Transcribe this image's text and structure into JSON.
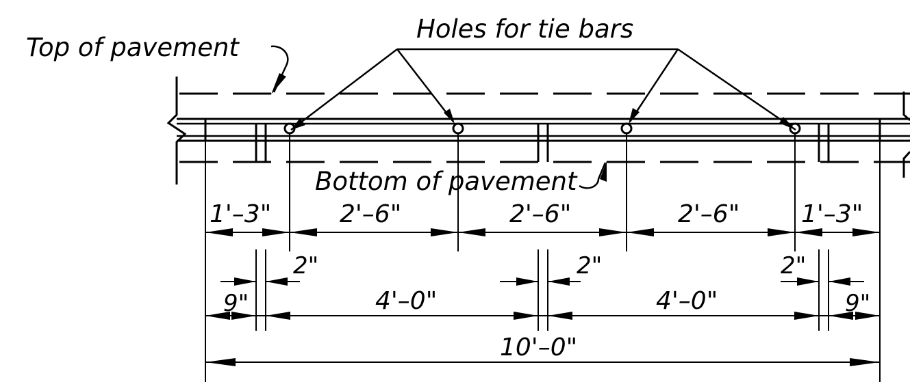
{
  "labels": {
    "top_of_pavement": "Top of pavement",
    "holes_for_tie_bars": "Holes for tie bars",
    "bottom_of_pavement": "Bottom of pavement"
  },
  "dimensions": {
    "row1": [
      "1'–3\"",
      "2'–6\"",
      "2'–6\"",
      "2'–6\"",
      "1'–3\""
    ],
    "row2_small": [
      "9\"",
      "2\"",
      "2\"",
      "2\"",
      "9\""
    ],
    "row2_large": [
      "4'–0\"",
      "4'–0\""
    ],
    "overall": "10'–0\""
  }
}
